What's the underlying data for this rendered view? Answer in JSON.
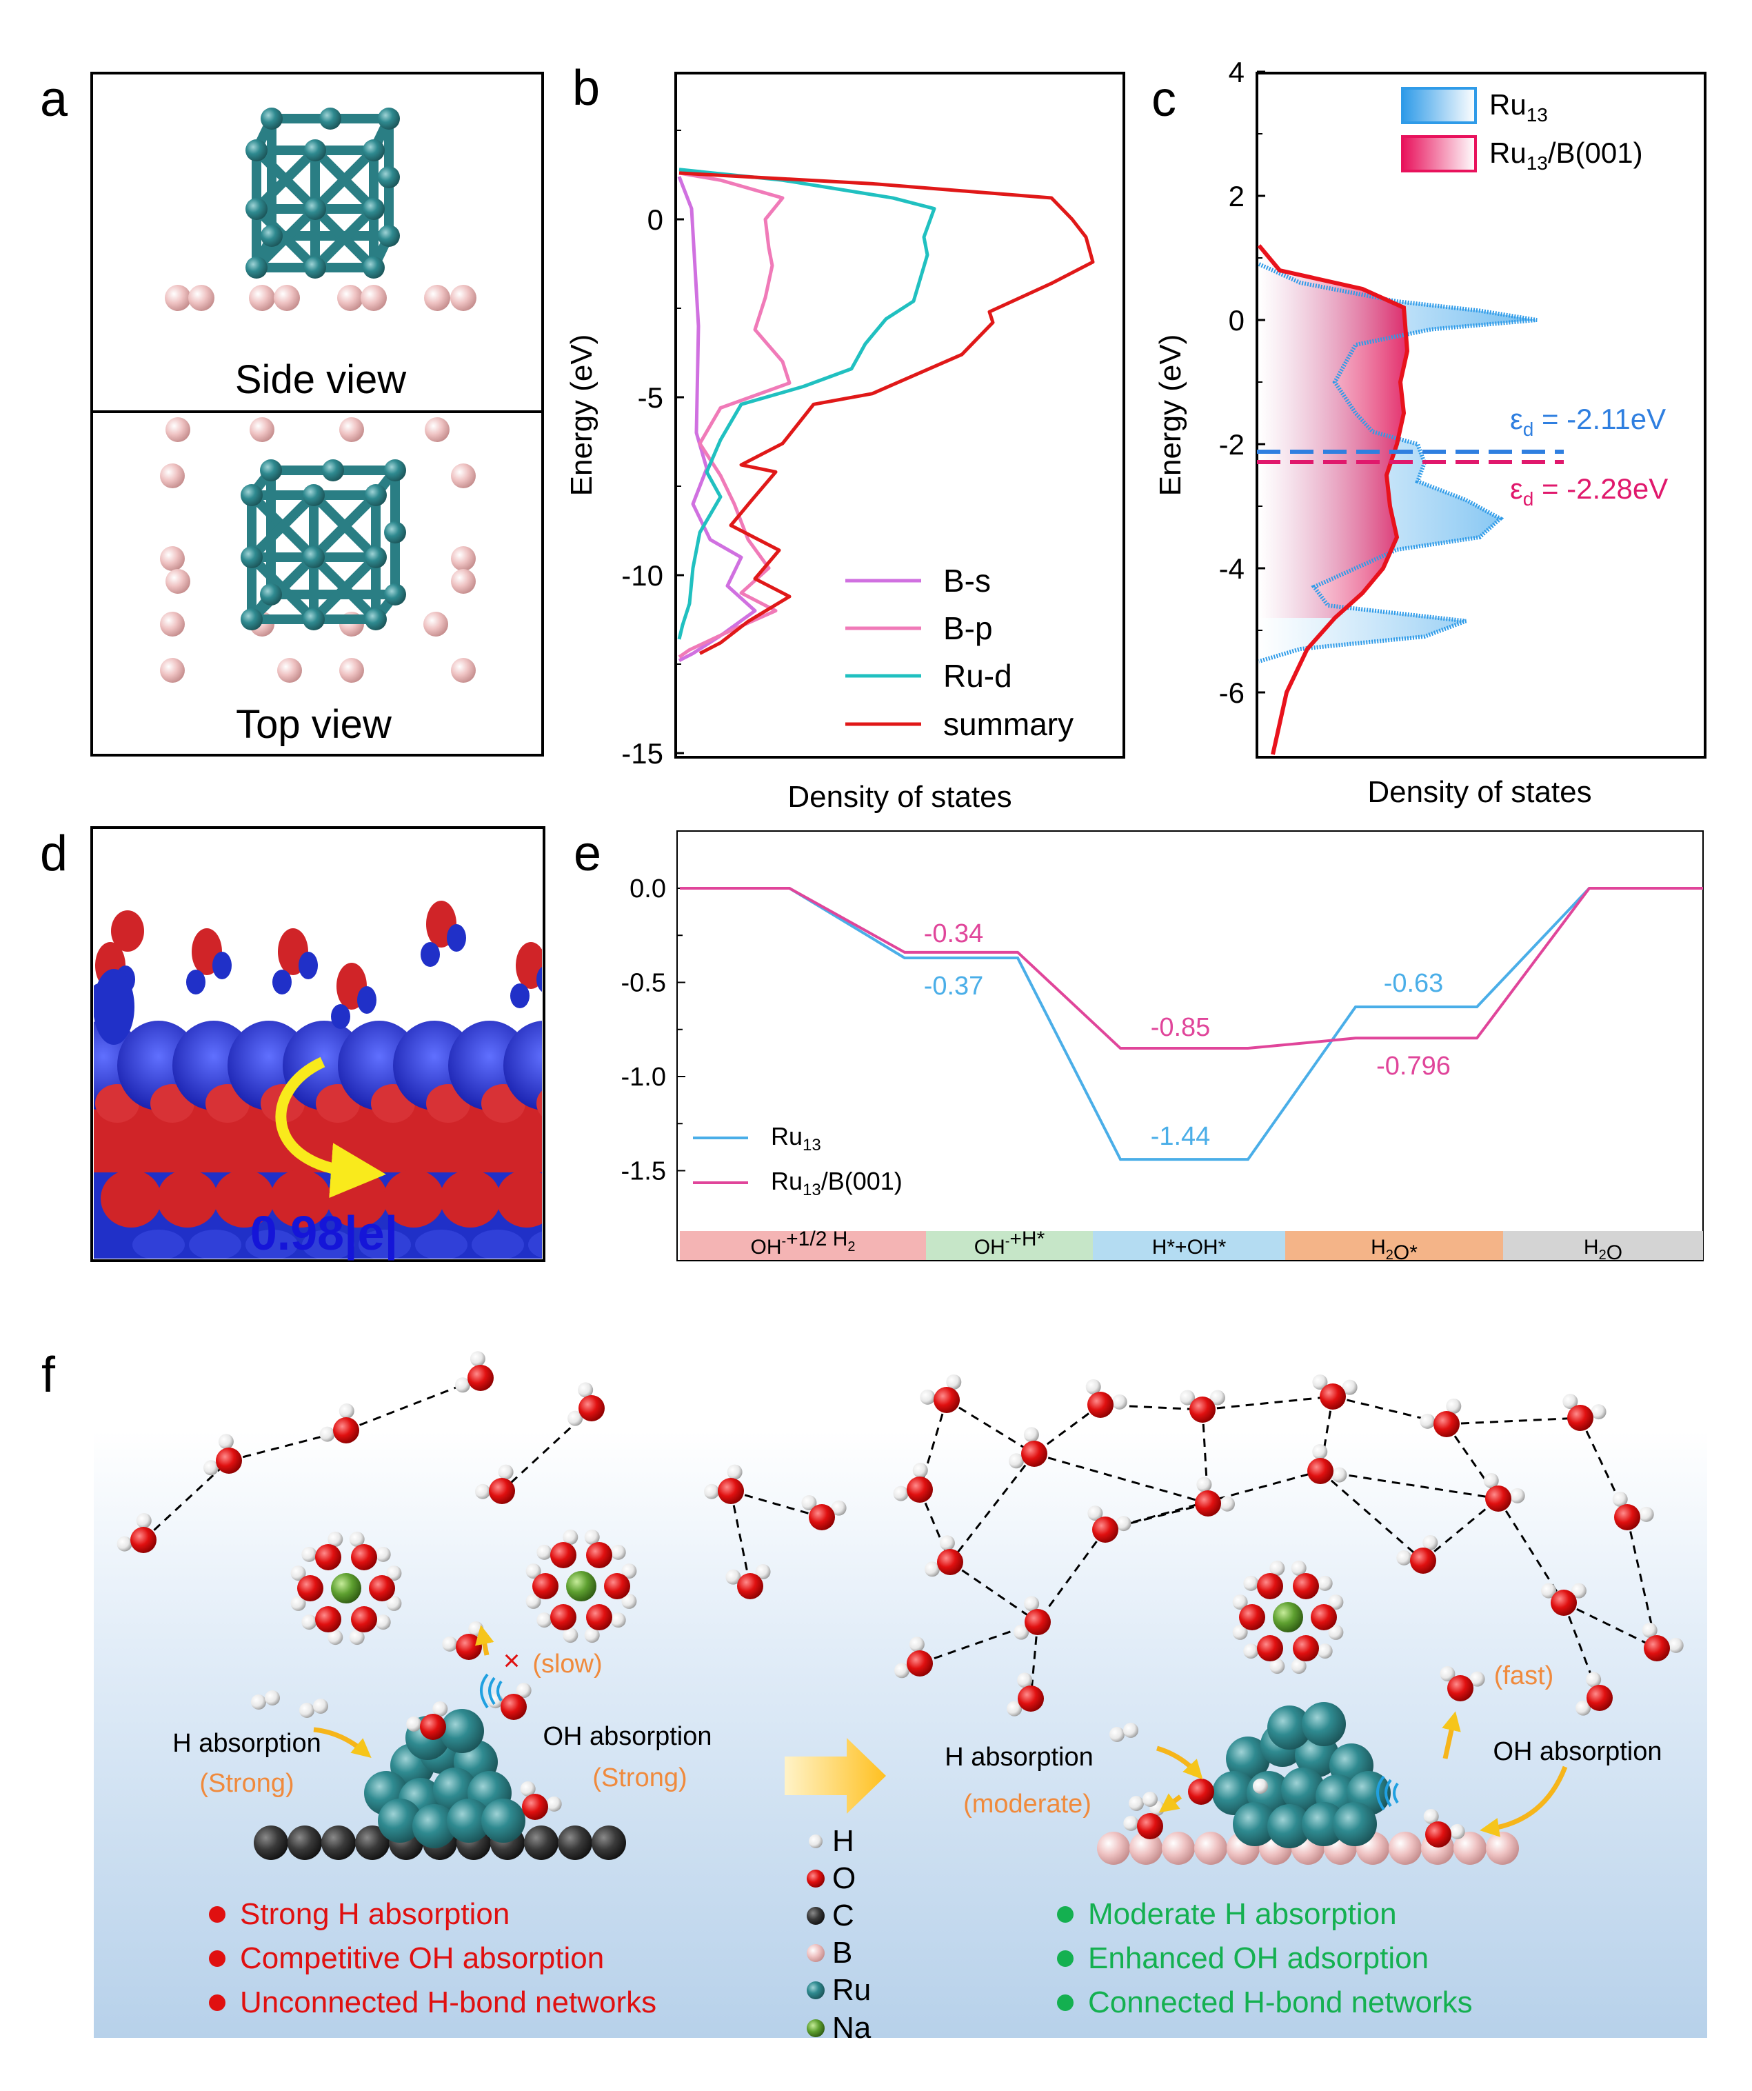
{
  "panel_letters": {
    "a": "a",
    "b": "b",
    "c": "c",
    "d": "d",
    "e": "e",
    "f": "f"
  },
  "panel_a": {
    "side_label": "Side view",
    "top_label": "Top view"
  },
  "panel_b": {
    "ylabel": "Energy (eV)",
    "xlabel": "Density of states",
    "yticks": [
      "0",
      "-5",
      "-10",
      "-15"
    ],
    "legend": [
      "B-s",
      "B-p",
      "Ru-d",
      "summary"
    ],
    "colors": {
      "B-s": "#d070e0",
      "B-p": "#f07ab8",
      "Ru-d": "#20c0c0",
      "summary": "#e01818"
    }
  },
  "panel_c": {
    "ylabel": "Energy (eV)",
    "xlabel": "Density of states",
    "yticks": [
      "4",
      "2",
      "0",
      "-2",
      "-4",
      "-6"
    ],
    "legend_ru13": "Ru",
    "legend_ru13_sub": "13",
    "legend_rub": "Ru",
    "legend_rub_sub": "13",
    "legend_rub_tail": "/B(001)",
    "ed1_pre": "ε",
    "ed1_sub": "d",
    "ed1_val": " = -2.11eV",
    "ed2_pre": "ε",
    "ed2_sub": "d",
    "ed2_val": " = -2.28eV",
    "colors": {
      "ru13": "#2f9be8",
      "rub": "#e8125c"
    }
  },
  "panel_d": {
    "charge": "0.98|e|"
  },
  "panel_e": {
    "yticks": [
      "0.0",
      "-0.5",
      "-1.0",
      "-1.5"
    ],
    "labels": {
      "ru13": [
        "-0.37",
        "-1.44",
        "-0.63"
      ],
      "rub": [
        "-0.34",
        "-0.85",
        "-0.796"
      ]
    },
    "legend_ru13": "Ru",
    "legend_ru13_sub": "13",
    "legend_rub": "Ru",
    "legend_rub_sub": "13",
    "legend_rub_tail": "/B(001)",
    "steps": [
      {
        "a": "OH",
        "s1": "-",
        "b": "+1/2 H",
        "s2": "2",
        "c": ""
      },
      {
        "a": "OH",
        "s1": "-",
        "b": "+H*",
        "s2": "",
        "c": ""
      },
      {
        "a": "H*+OH*",
        "s1": "",
        "b": "",
        "s2": "",
        "c": ""
      },
      {
        "a": "H",
        "s1": "2",
        "b": "O*",
        "s2": "",
        "c": ""
      },
      {
        "a": "H",
        "s1": "2",
        "b": "O",
        "s2": "",
        "c": ""
      }
    ],
    "step_colors": [
      "#f4b4b4",
      "#c6e6c8",
      "#b4dcf2",
      "#f4b488",
      "#d4d4d4"
    ],
    "colors": {
      "ru13": "#4aaee8",
      "rub": "#e0459a"
    }
  },
  "panel_f": {
    "left": {
      "h_abs": "H absorption",
      "h_abs_q": "(Strong)",
      "oh_abs": "OH absorption",
      "oh_abs_q": "(Strong)",
      "slow": "(slow)",
      "cross": "×",
      "bullets": [
        "Strong H absorption",
        "Competitive OH absorption",
        "Unconnected H-bond networks"
      ]
    },
    "right": {
      "h_abs": "H absorption",
      "h_abs_q": "(moderate)",
      "oh_abs": "OH absorption",
      "fast": "(fast)",
      "bullets": [
        "Moderate H absorption",
        "Enhanced OH adsorption",
        "Connected H-bond networks"
      ]
    },
    "legend": [
      "H",
      "O",
      "C",
      "B",
      "Ru",
      "Na"
    ],
    "legend_colors": [
      "#f2f2f2",
      "#e01010",
      "#3a3a3a",
      "#e8b4b4",
      "#3e8a90",
      "#5ea030"
    ],
    "colors": {
      "bad": "#e01010",
      "good": "#14b050",
      "quality": "#f08a3c"
    }
  }
}
